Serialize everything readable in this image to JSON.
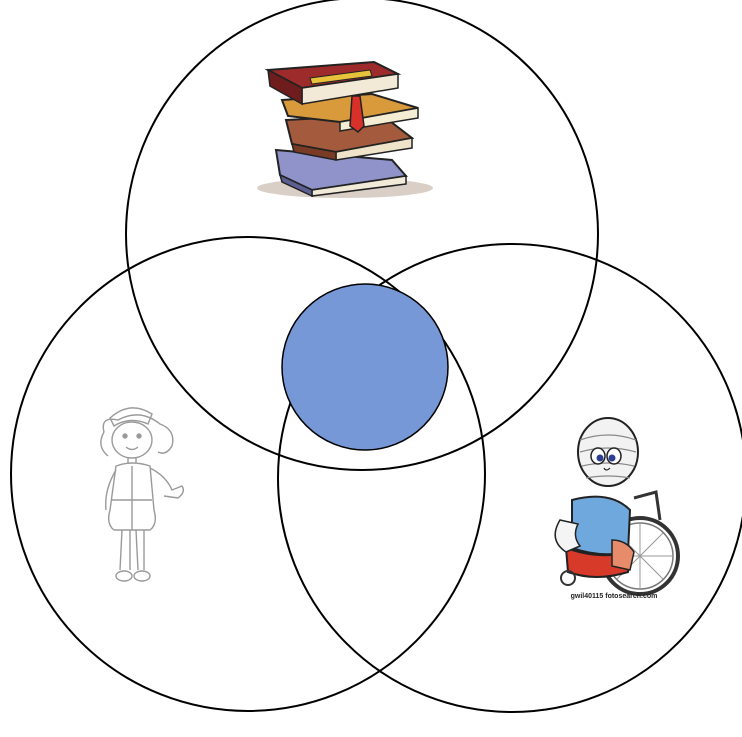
{
  "diagram": {
    "type": "venn",
    "circles": [
      {
        "id": "top",
        "illustration": "stack-of-books"
      },
      {
        "id": "left",
        "illustration": "nurse"
      },
      {
        "id": "right",
        "illustration": "bandaged-patient-in-wheelchair"
      }
    ],
    "center_fill": "#7698D6",
    "stroke_color": "#000000"
  },
  "right_image": {
    "caption": "gwil40115 fotosearch.com"
  }
}
